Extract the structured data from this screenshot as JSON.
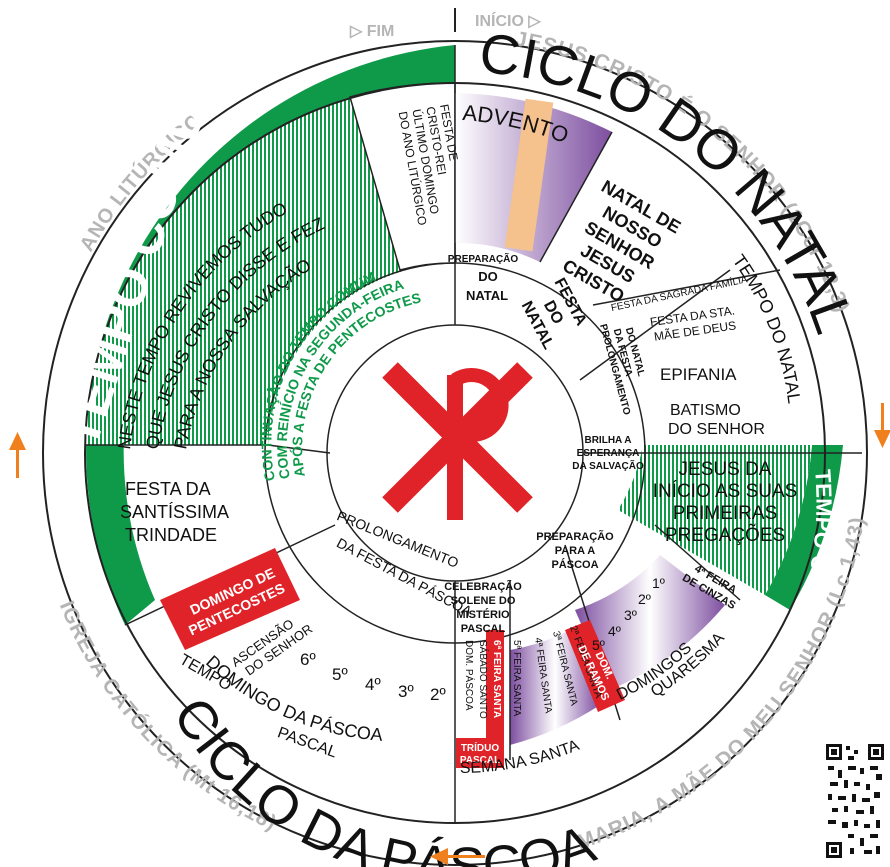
{
  "outer_ring": {
    "fim": "▷ FIM",
    "inicio": "INÍCIO ▷",
    "ano_liturgico": "ANO LITÚRGICO",
    "jesus_senhor": "JESUS CRISTO É O SENHOR (1Cor 12,3)",
    "maria": "MARIA, A MÃE DO MEU SENHOR (Lc 1,43)",
    "igreja": "IGREJA CATÓLICA (Mt 16,18)"
  },
  "cycles": {
    "natal": "CICLO DO NATAL",
    "pascoa": "CICLO DA PÁSCOA",
    "tempo_comum_large": "TEMPO COMUM",
    "tempo_comum_small": "TEMPO COMUM"
  },
  "segments": {
    "advento": "ADVENTO",
    "natal_senhor": [
      "NATAL DE",
      "NOSSO",
      "SENHOR",
      "JESUS",
      "CRISTO"
    ],
    "tempo_natal": "TEMPO DO NATAL",
    "sagrada_familia": "FESTA DA SAGRADA FAMÍLIA",
    "mae_deus": [
      "FESTA DA STA.",
      "MÃE DE DEUS"
    ],
    "epifania": "EPIFANIA",
    "batismo": [
      "BATISMO",
      "DO SENHOR"
    ],
    "jesus_inicio": [
      "JESUS DA",
      "INÍCIO AS SUAS",
      "PRIMEIRAS",
      "PREGAÇÕES"
    ],
    "neste_tempo": [
      "NESTE TEMPO REVIVEMOS TUDO",
      "QUE JESUS CRISTO DISSE E FEZ",
      "PARA A NOSSA SALVAÇÃO"
    ],
    "cristo_rei": [
      "FESTA DE",
      "CRISTO-REI",
      "ÚLTIMO DOMINGO",
      "DO ANO LITÚRGICO"
    ],
    "trindade": [
      "FESTA DA",
      "SANTÍSSIMA",
      "TRINDADE"
    ],
    "pentecostes": [
      "DOMINGO DE",
      "PENTECOSTES"
    ],
    "ascensao": [
      "ASCENSÃO",
      "DO SENHOR"
    ],
    "pascoa_sundays": [
      "6º",
      "5º",
      "4º",
      "3º",
      "2º"
    ],
    "tempo_pascal": [
      "TEMPO",
      "PASCAL"
    ],
    "domingo_pascoa": "DOMINGO DA PÁSCOA",
    "holy_days": [
      "DOM. PÁSCOA",
      "SÁBADO SANTO",
      "6ª FEIRA SANTA",
      "5ª FEIRA SANTA",
      "4ª FEIRA SANTA",
      "3ª FEIRA SANTA",
      "2ª FEIRA SANTA"
    ],
    "triduo": [
      "TRÍDUO",
      "PASCAL"
    ],
    "dom_ramos": [
      "DOM.",
      "DE RAMOS"
    ],
    "semana_santa": "SEMANA SANTA",
    "quaresma_sundays": [
      "5º",
      "4º",
      "3º",
      "2º",
      "1º"
    ],
    "cinzas": [
      "4ª FEIRA",
      "DE CINZAS"
    ],
    "domingos": "DOMINGOS",
    "quaresma": "QUARESMA"
  },
  "inner_ring": {
    "preparacao_natal": [
      "PREPARAÇÃO",
      "DO",
      "NATAL"
    ],
    "festa_natal": [
      "FESTA",
      "DO",
      "NATAL"
    ],
    "prolongamento_natal": [
      "PROLONGAMENTO",
      "DA FESTA",
      "DO NATAL"
    ],
    "brilha": [
      "BRILHA A",
      "ESPERANÇA",
      "DA SALVAÇÃO"
    ],
    "preparacao_pascoa": [
      "PREPARAÇÃO",
      "PARA A",
      "PÁSCOA"
    ],
    "celebracao": [
      "CELEBRAÇÃO",
      "SOLENE DO",
      "MISTÉRIO",
      "PASCAL"
    ],
    "prolongamento_pascoa": [
      "PROLONGAMENTO",
      "DA FESTA DA PÁSCOA"
    ],
    "continuacao": [
      "CONTINUAÇÃO DO TEMPO COMUM",
      "COM REINÍCIO NA SEGUNDA-FEIRA",
      "APÓS A FESTA DE PENTECOSTES"
    ]
  },
  "colors": {
    "green": "#0f9a4a",
    "red": "#e02328",
    "purple": "#7d4ea0",
    "orange": "#f5c28d",
    "arrow": "#f07f1e",
    "gray_text": "#b5b5b5"
  },
  "icons": {
    "center": "chi-rho-icon",
    "arrows": "direction-arrow-icon",
    "qr": "qr-code-icon"
  }
}
